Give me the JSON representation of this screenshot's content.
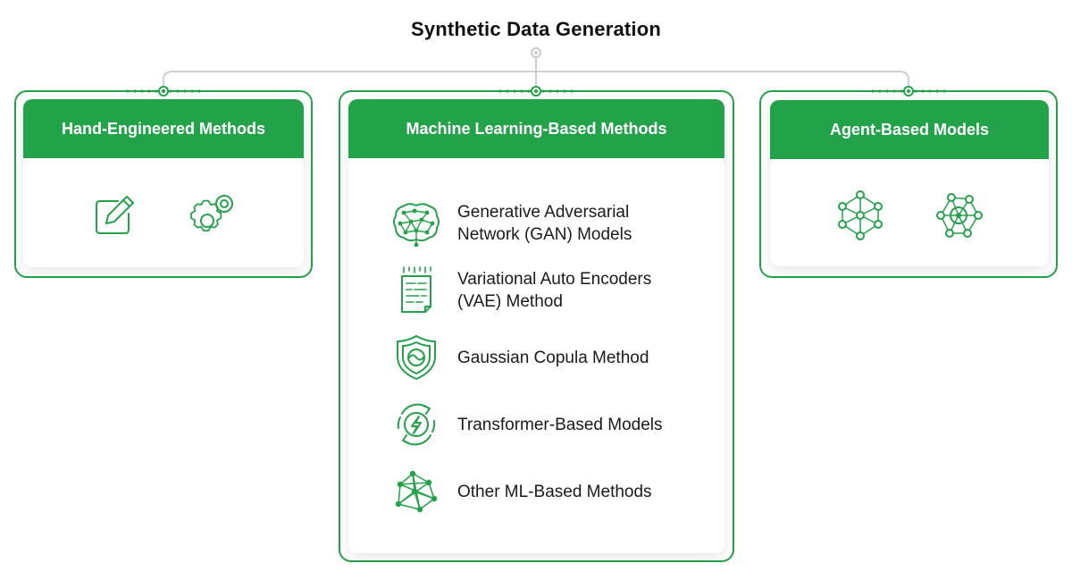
{
  "title": "Synthetic Data Generation",
  "colors": {
    "accent": "#22a34a",
    "connector": "#cfcfcf",
    "text": "#1a1a1a"
  },
  "categories": [
    {
      "name": "Hand-Engineered Methods",
      "icons": [
        "edit-icon",
        "gears-icon"
      ]
    },
    {
      "name": "Machine Learning-Based Methods",
      "items": [
        {
          "label": "Generative Adversarial Network (GAN) Models",
          "icon": "brain-network-icon"
        },
        {
          "label": "Variational Auto Encoders (VAE) Method",
          "icon": "data-document-icon"
        },
        {
          "label": "Gaussian Copula Method",
          "icon": "shield-icon"
        },
        {
          "label": "Transformer-Based Models",
          "icon": "energy-cycle-icon"
        },
        {
          "label": "Other ML-Based Methods",
          "icon": "node-mesh-icon"
        }
      ]
    },
    {
      "name": "Agent-Based Models",
      "icons": [
        "neural-network-icon",
        "hub-network-icon"
      ]
    }
  ]
}
